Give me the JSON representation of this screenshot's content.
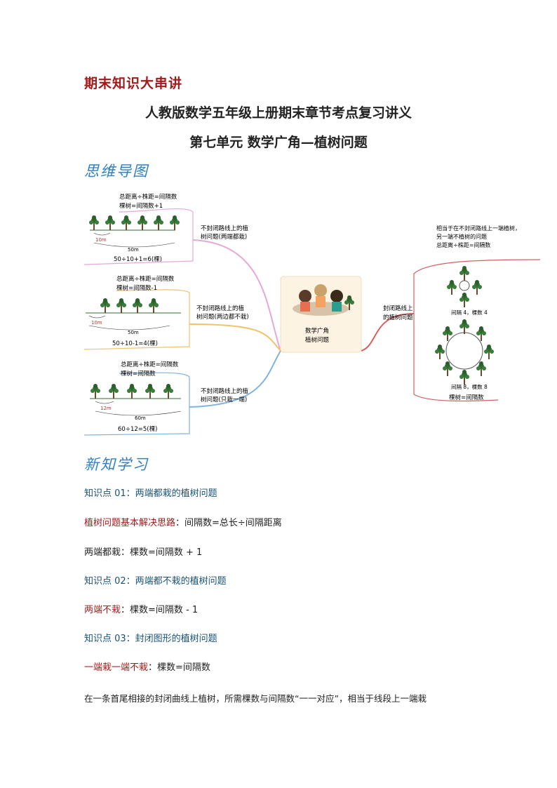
{
  "header": {
    "tag": "期末知识大串讲",
    "title": "人教版数学五年级上册期末章节考点复习讲义",
    "subtitle": "第七单元 数学广角—植树问题"
  },
  "sections": {
    "mindmap": "思维导图",
    "newknowledge": "新知学习"
  },
  "mindmap": {
    "center_line1": "数学广角",
    "center_line2": "植树问题",
    "branch1": {
      "label1": "不封闭路线上的植",
      "label2": "树问题(两端都栽)",
      "formula1": "总距离÷株距=间隔数",
      "formula2": "棵树=间隔数+1",
      "seg": "10m",
      "total": "50m",
      "calc": "50÷10+1=6(棵)"
    },
    "branch2": {
      "label1": "不封闭路线上的植",
      "label2": "树问题(两边都不栽)",
      "formula1": "总距离÷株距=间隔数",
      "formula2": "棵树=间隔数-1",
      "seg": "10m",
      "total": "50m",
      "calc": "50÷10-1=4(棵)"
    },
    "branch3": {
      "label1": "不封闭路线上的植",
      "label2": "树问题(只栽一端)",
      "formula1": "总距离÷株距=间隔数",
      "formula2": "棵树=间隔数",
      "seg": "12m",
      "total": "60m",
      "calc": "60÷12=5(棵)"
    },
    "branch4": {
      "label1": "封闭路线上",
      "label2": "的植树问题",
      "note1": "相当于在不封闭路线上一端植树，",
      "note2": "另一端不植树的问题",
      "note3": "总距离÷株距=间隔数",
      "small": "间隔 4，棵数 4",
      "big": "间隔 8，棵数 8",
      "final": "棵树=间隔数"
    }
  },
  "lines": [
    {
      "label": "知识点 01：两端都栽的植树问题",
      "style": "kp"
    },
    {
      "label": "植树问题基本解决思路",
      "rest": "：间隔数=总长÷间隔距离",
      "style": "red"
    },
    {
      "label": "两端都栽：棵数=间隔数 + 1",
      "style": "plain"
    },
    {
      "label": "知识点 02：两端都不栽的植树问题",
      "style": "kp"
    },
    {
      "label": "两端不栽",
      "rest": "：棵数=间隔数 - 1",
      "style": "red"
    },
    {
      "label": "知识点 03：封闭图形的植树问题",
      "style": "kp"
    },
    {
      "label": "一端栽一端不栽",
      "rest": "：棵数=间隔数",
      "style": "red"
    },
    {
      "label": "在一条首尾相接的封闭曲线上植树，所需棵数与间隔数“一一对应”，相当于线段上一端栽",
      "style": "plain"
    }
  ]
}
